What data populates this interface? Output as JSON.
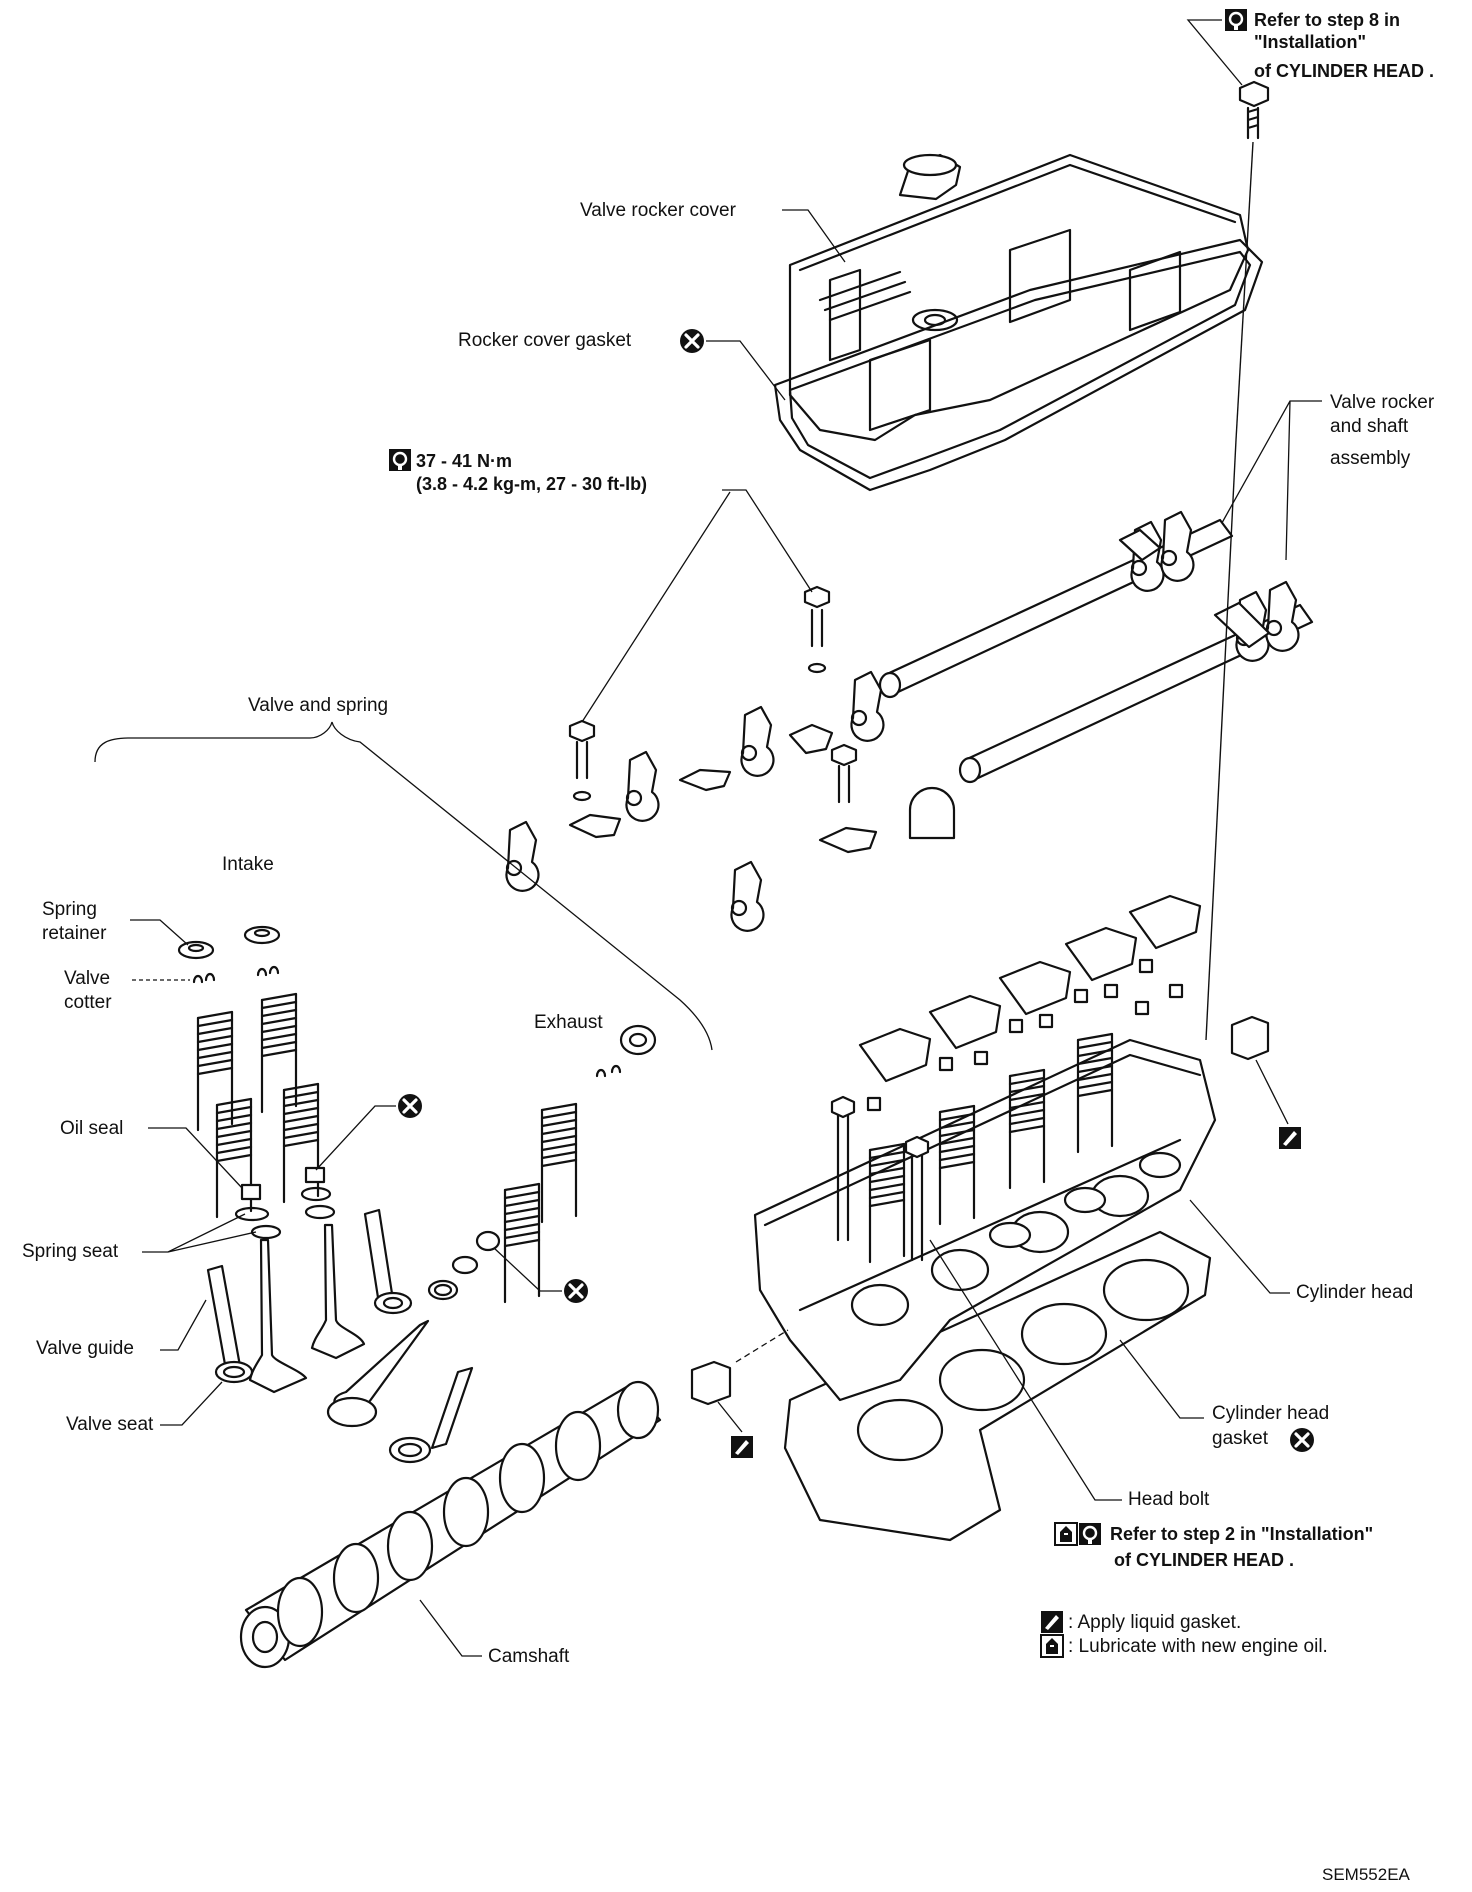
{
  "labels": {
    "step8_line1": "Refer to step 8 in",
    "step8_line2": "\"Installation\"",
    "step8_line3": "of CYLINDER HEAD .",
    "valve_rocker_cover": "Valve rocker cover",
    "rocker_cover_gasket": "Rocker cover gasket",
    "valve_rocker_shaft_1": "Valve rocker",
    "valve_rocker_shaft_2": "and shaft",
    "valve_rocker_shaft_3": "assembly",
    "torque_line1": "37 - 41 N·m",
    "torque_line2": "(3.8 - 4.2 kg-m, 27 - 30 ft-lb)",
    "valve_and_spring": "Valve and spring",
    "intake": "Intake",
    "exhaust": "Exhaust",
    "spring_retainer_1": "Spring",
    "spring_retainer_2": "retainer",
    "valve_cotter_1": "Valve",
    "valve_cotter_2": "cotter",
    "oil_seal": "Oil seal",
    "spring_seat": "Spring seat",
    "valve_guide": "Valve guide",
    "valve_seat": "Valve seat",
    "cylinder_head": "Cylinder head",
    "cylinder_head_gasket_1": "Cylinder head",
    "cylinder_head_gasket_2": "gasket",
    "head_bolt": "Head bolt",
    "step2_line1": "Refer to step 2 in \"Installation\"",
    "step2_line2": "of CYLINDER HEAD .",
    "camshaft": "Camshaft",
    "legend_liquid_gasket": ": Apply liquid gasket.",
    "legend_oil": ": Lubricate with new engine oil.",
    "figure_code": "SEM552EA"
  },
  "icons": [
    "torque-wrench-icon",
    "do-not-reuse-icon",
    "liquid-gasket-icon",
    "engine-oil-icon"
  ]
}
